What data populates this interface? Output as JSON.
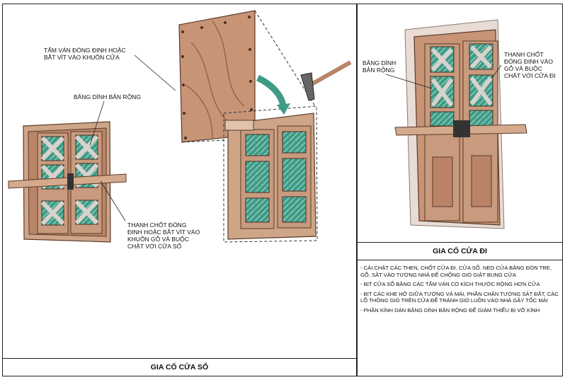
{
  "window_panel": {
    "caption": "GIA CỐ CỬA SỔ",
    "label_board": "TẤM VÁN ĐÓNG ĐINH HOẶC\nBẮT VÍT VÀO KHUÔN CỬA",
    "label_tape": "BĂNG DÍNH BẢN RỘNG",
    "label_bar": "THANH CHỐT ĐÓNG\nĐINH HOẶC BẮT VÍT VÀO\nKHUÔN GỖ VÀ BUỘC\nCHẶT VỚI CỬA SỔ"
  },
  "door_panel": {
    "caption": "GIA CỐ CỬA ĐI",
    "label_tape": "BĂNG DÍNH\nBẢN RỘNG",
    "label_bar": "THANH CHỐT\nĐÓNG ĐINH VÀO\nGỖ VÀ BUỘC\nCHẶT VỚI CỬA ĐI",
    "notes": [
      "- CÀI CHẶT CÁC THEN, CHỐT CỬA ĐI, CỬA SỔ. NEO CỬA BẰNG ĐÒN TRE, GỖ, SẮT VÀO TƯỜNG NHÀ ĐỂ CHỐNG GIÓ GIẬT BUNG CỬA",
      "- BỊT CỬA SỔ BẰNG CÁC TẤM VÁN CÓ KÍCH THƯỚC RỘNG HƠN CỬA",
      "- BỊT CÁC KHE HỞ GIỮA TƯỜNG VÀ MÁI, PHẦN CHÂN TƯỜNG SÁT ĐẤT, CÁC LỖ THÔNG GIÓ TRÊN CỬA ĐỂ TRÁNH GIÓ LUỒN VÀO NHÀ GÂY TỐC MÁI",
      "- PHẦN KÍNH DÁN BĂNG DÍNH BẢN RỘNG ĐỂ GIẢM THIỂU BỊ VỠ KÍNH"
    ]
  },
  "colors": {
    "wood": "#c9987a",
    "wood_dark": "#8a5a44",
    "glass": "#3f9a86",
    "tape": "#d9d2cc"
  }
}
